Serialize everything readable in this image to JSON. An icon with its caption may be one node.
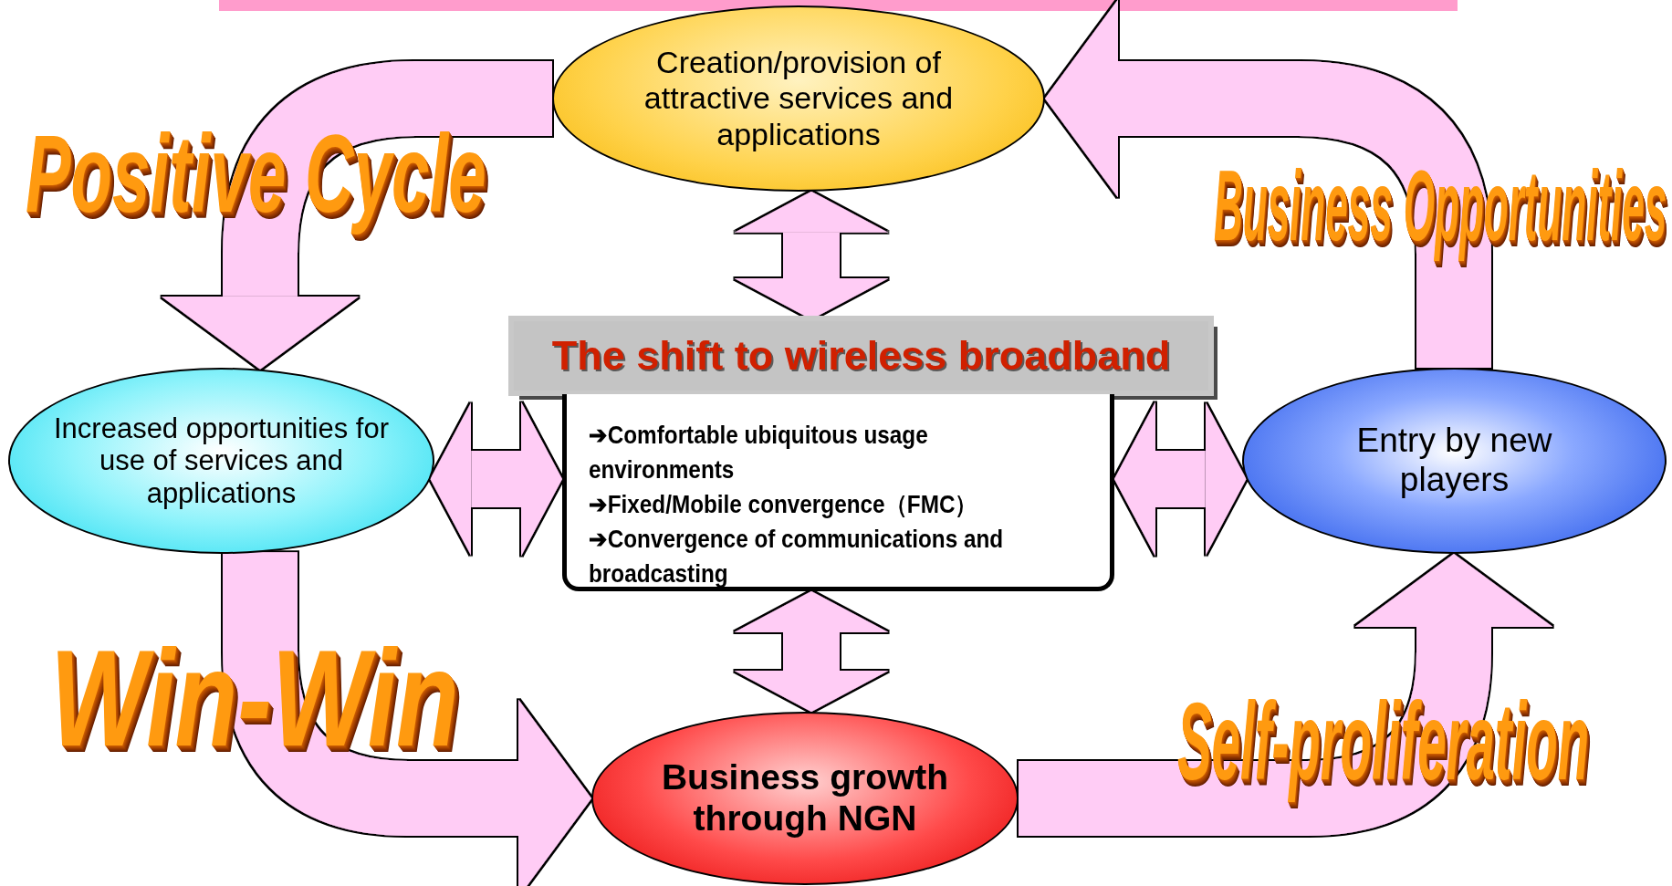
{
  "diagram": {
    "nodes": [
      {
        "text": [
          "Creation/provision of attractive services and applications"
        ]
      },
      {
        "text": [
          "The shift to wireless broadband",
          "➔Comfortable ubiquitous usage environments",
          "➔Fixed/Mobile convergence（FMC）",
          "➔Convergence of communications and broadcasting"
        ]
      },
      {
        "text": [
          "Increased opportunities for use of services and applications"
        ]
      },
      {
        "text": [
          "Entry by new players"
        ]
      },
      {
        "text": [
          "Business growth through NGN"
        ]
      }
    ],
    "edges": [
      {
        "from": 0,
        "to": 1,
        "arrow": "both"
      },
      {
        "from": 2,
        "to": 1,
        "arrow": "both"
      },
      {
        "from": 1,
        "to": 3,
        "arrow": "both"
      },
      {
        "from": 1,
        "to": 4,
        "arrow": "both"
      },
      {
        "from": 0,
        "to": 2,
        "arrow": "to"
      },
      {
        "from": 3,
        "to": 0,
        "arrow": "to"
      },
      {
        "from": 2,
        "to": 4,
        "arrow": "to"
      },
      {
        "from": 4,
        "to": 3,
        "arrow": "to"
      }
    ],
    "labels": [
      "Positive Cycle",
      "Business Opportunities",
      "Win-Win",
      "Self-proliferation"
    ]
  }
}
